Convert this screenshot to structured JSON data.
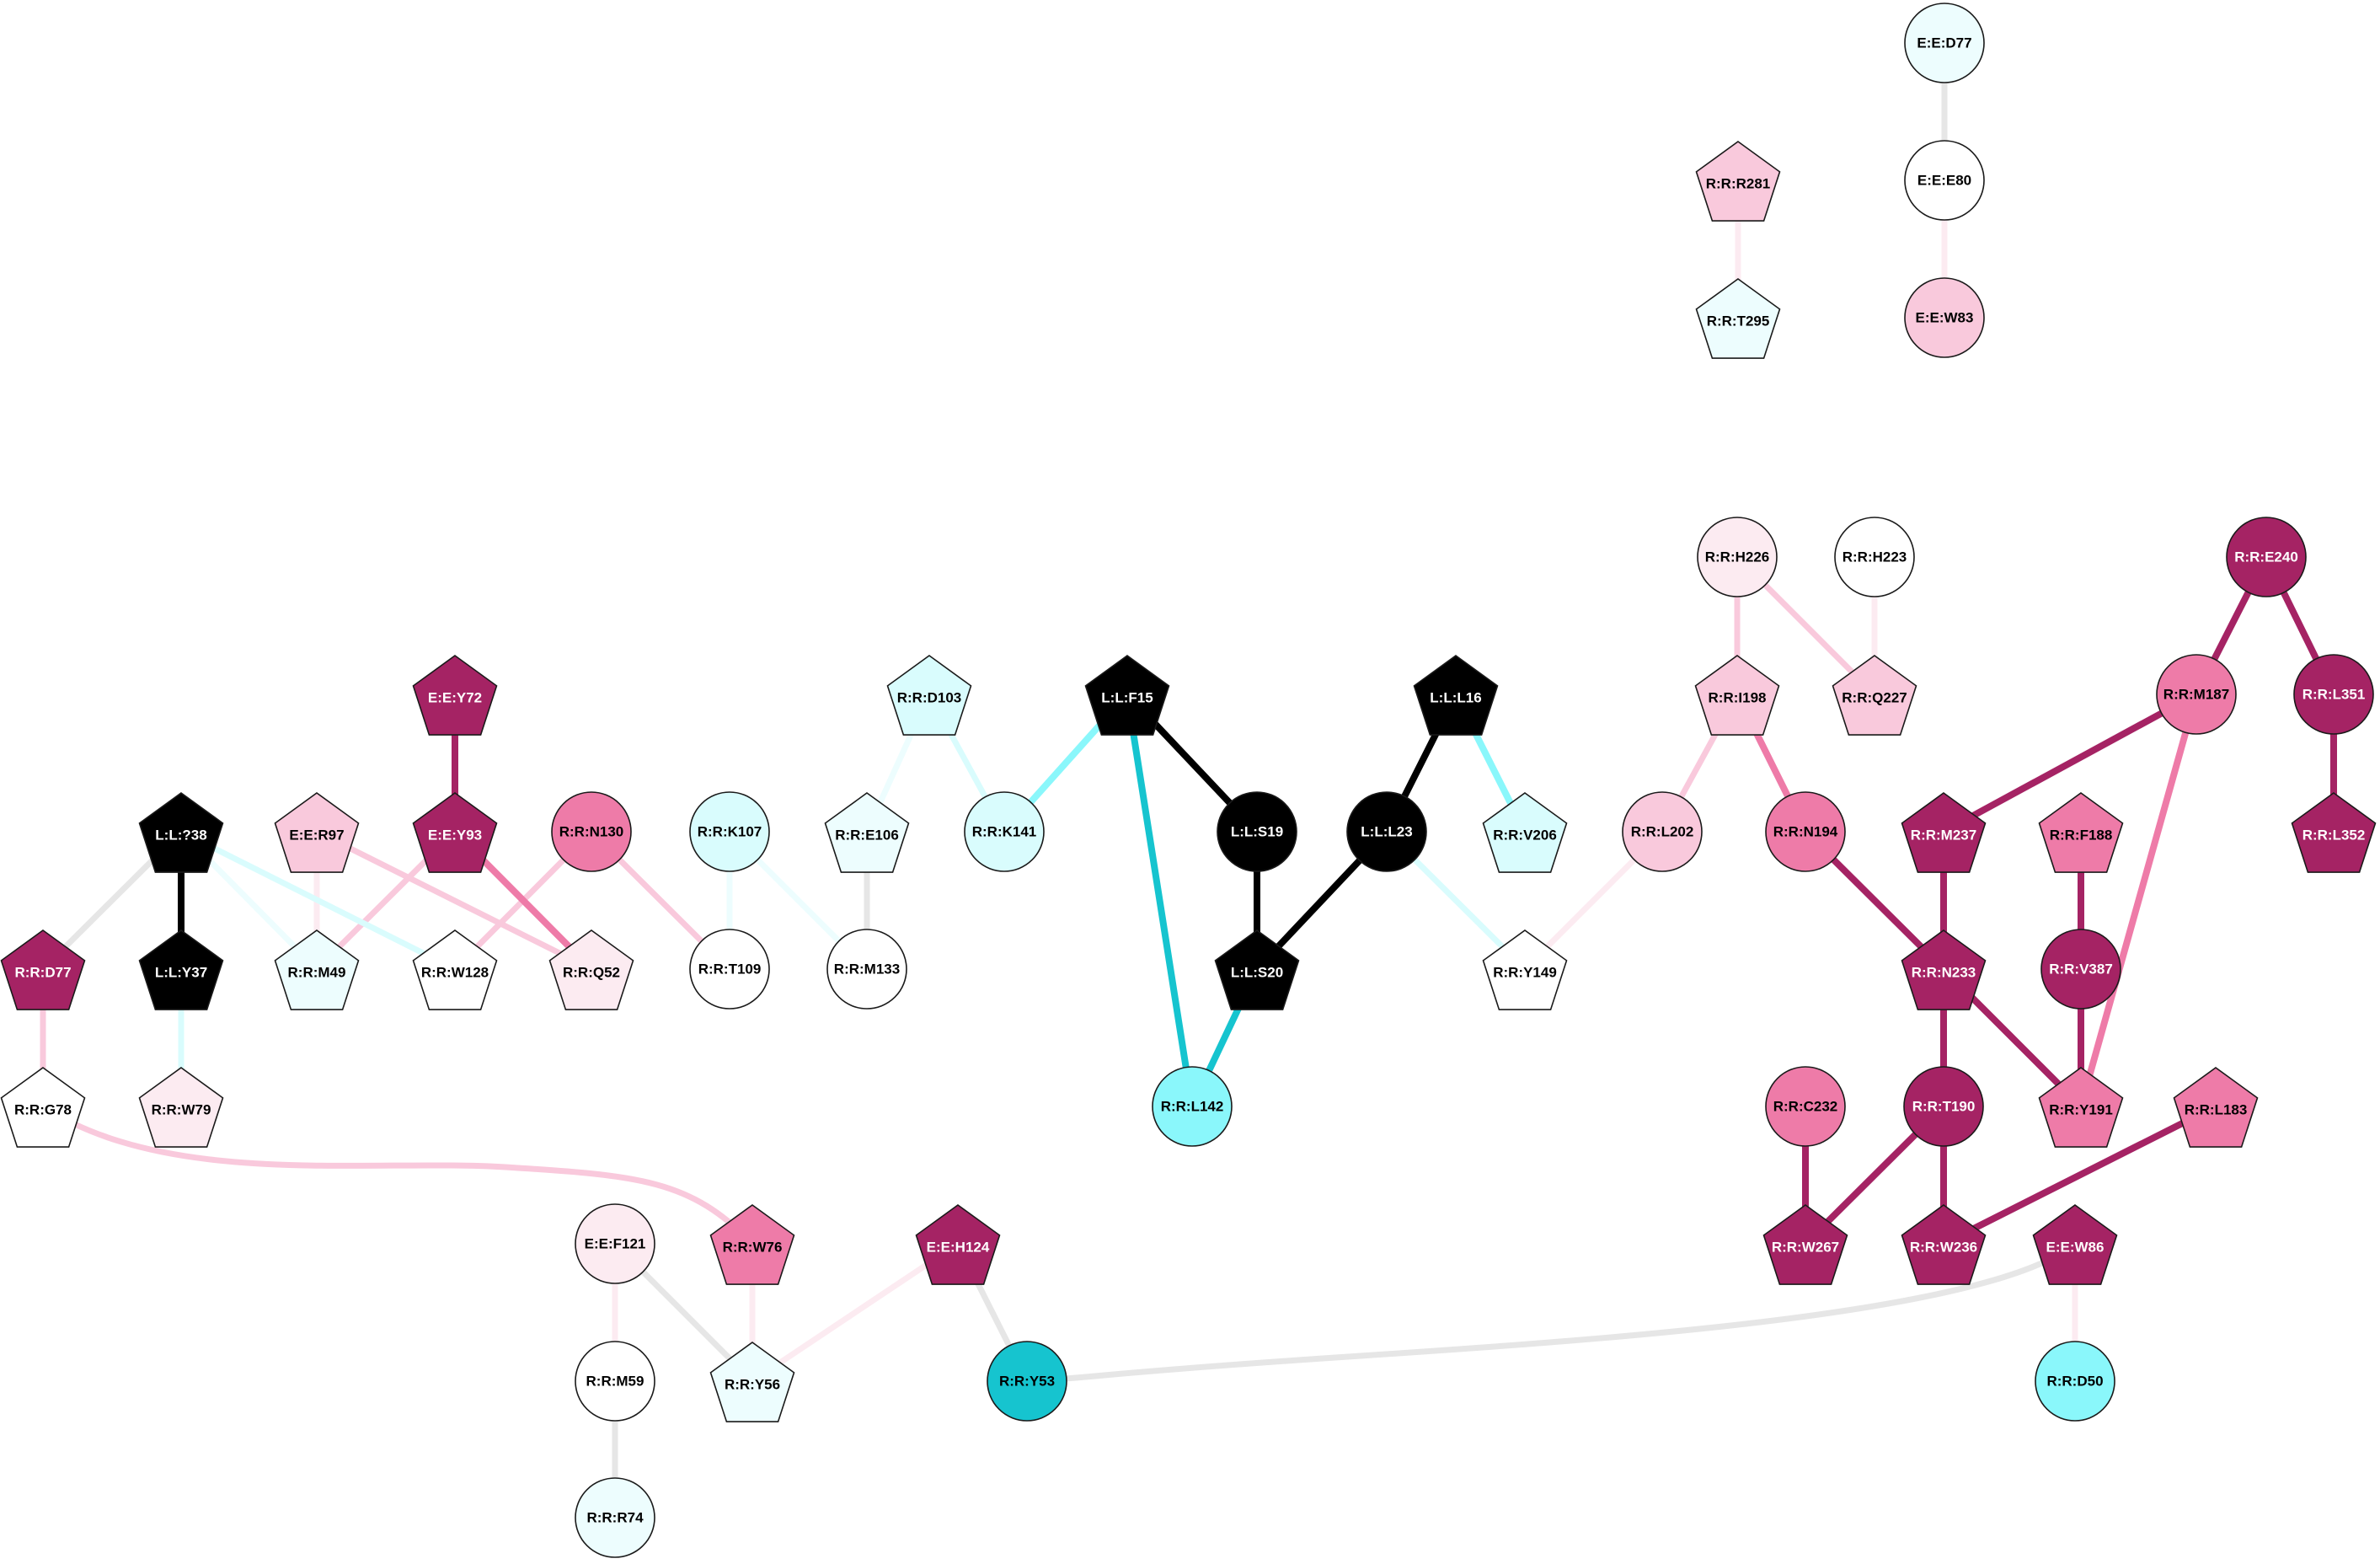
{
  "palette": {
    "black": "#000000",
    "magenta_dark": "#a52364",
    "magenta_mid": "#ee7ba8",
    "pink_light": "#f9c9dc",
    "pink_pale": "#fcebf1",
    "cyan_dark": "#16c4cf",
    "cyan_mid": "#8af7fb",
    "cyan_light": "#d9fcfd",
    "cyan_pale": "#edfdfe",
    "white": "#ffffff",
    "grey_edge": "#e6e6e6"
  },
  "nodes": [
    {
      "id": "E:E:D77",
      "label": "E:E:D77",
      "shape": "circle",
      "fill": "#edfdfe",
      "text": "#000000"
    },
    {
      "id": "E:E:E80",
      "label": "E:E:E80",
      "shape": "circle",
      "fill": "#ffffff",
      "text": "#000000"
    },
    {
      "id": "E:E:W83",
      "label": "E:E:W83",
      "shape": "circle",
      "fill": "#f9c9dc",
      "text": "#000000"
    },
    {
      "id": "R:R:R281",
      "label": "R:R:R281",
      "shape": "pentagon",
      "fill": "#f9c9dc",
      "text": "#000000"
    },
    {
      "id": "R:R:T295",
      "label": "R:R:T295",
      "shape": "pentagon",
      "fill": "#edfdfe",
      "text": "#000000"
    },
    {
      "id": "R:R:H226",
      "label": "R:R:H226",
      "shape": "circle",
      "fill": "#fcebf1",
      "text": "#000000"
    },
    {
      "id": "R:R:H223",
      "label": "R:R:H223",
      "shape": "circle",
      "fill": "#ffffff",
      "text": "#000000"
    },
    {
      "id": "R:R:E240",
      "label": "R:R:E240",
      "shape": "circle",
      "fill": "#a52364",
      "text": "#ffffff"
    },
    {
      "id": "R:R:I198",
      "label": "R:R:I198",
      "shape": "pentagon",
      "fill": "#f9c9dc",
      "text": "#000000"
    },
    {
      "id": "R:R:Q227",
      "label": "R:R:Q227",
      "shape": "pentagon",
      "fill": "#f9c9dc",
      "text": "#000000"
    },
    {
      "id": "R:R:M187",
      "label": "R:R:M187",
      "shape": "circle",
      "fill": "#ee7ba8",
      "text": "#000000"
    },
    {
      "id": "R:R:L351",
      "label": "R:R:L351",
      "shape": "circle",
      "fill": "#a52364",
      "text": "#ffffff"
    },
    {
      "id": "R:R:D103",
      "label": "R:R:D103",
      "shape": "pentagon",
      "fill": "#d9fcfd",
      "text": "#000000"
    },
    {
      "id": "L:L:F15",
      "label": "L:L:F15",
      "shape": "pentagon",
      "fill": "#000000",
      "text": "#ffffff"
    },
    {
      "id": "L:L:L16",
      "label": "L:L:L16",
      "shape": "pentagon",
      "fill": "#000000",
      "text": "#ffffff"
    },
    {
      "id": "E:E:Y72",
      "label": "E:E:Y72",
      "shape": "pentagon",
      "fill": "#a52364",
      "text": "#ffffff"
    },
    {
      "id": "L:L:?38",
      "label": "L:L:?38",
      "shape": "pentagon",
      "fill": "#000000",
      "text": "#ffffff"
    },
    {
      "id": "E:E:R97",
      "label": "E:E:R97",
      "shape": "pentagon",
      "fill": "#f9c9dc",
      "text": "#000000"
    },
    {
      "id": "E:E:Y93",
      "label": "E:E:Y93",
      "shape": "pentagon",
      "fill": "#a52364",
      "text": "#ffffff"
    },
    {
      "id": "R:R:N130",
      "label": "R:R:N130",
      "shape": "circle",
      "fill": "#ee7ba8",
      "text": "#000000"
    },
    {
      "id": "R:R:K107",
      "label": "R:R:K107",
      "shape": "circle",
      "fill": "#d9fcfd",
      "text": "#000000"
    },
    {
      "id": "R:R:E106",
      "label": "R:R:E106",
      "shape": "pentagon",
      "fill": "#edfdfe",
      "text": "#000000"
    },
    {
      "id": "R:R:K141",
      "label": "R:R:K141",
      "shape": "circle",
      "fill": "#d9fcfd",
      "text": "#000000"
    },
    {
      "id": "L:L:S19",
      "label": "L:L:S19",
      "shape": "circle",
      "fill": "#000000",
      "text": "#ffffff"
    },
    {
      "id": "L:L:L23",
      "label": "L:L:L23",
      "shape": "circle",
      "fill": "#000000",
      "text": "#ffffff"
    },
    {
      "id": "R:R:V206",
      "label": "R:R:V206",
      "shape": "pentagon",
      "fill": "#d9fcfd",
      "text": "#000000"
    },
    {
      "id": "R:R:L202",
      "label": "R:R:L202",
      "shape": "circle",
      "fill": "#f9c9dc",
      "text": "#000000"
    },
    {
      "id": "R:R:N194",
      "label": "R:R:N194",
      "shape": "circle",
      "fill": "#ee7ba8",
      "text": "#000000"
    },
    {
      "id": "R:R:M237",
      "label": "R:R:M237",
      "shape": "pentagon",
      "fill": "#a52364",
      "text": "#ffffff"
    },
    {
      "id": "R:R:F188",
      "label": "R:R:F188",
      "shape": "pentagon",
      "fill": "#ee7ba8",
      "text": "#000000"
    },
    {
      "id": "R:R:L352",
      "label": "R:R:L352",
      "shape": "pentagon",
      "fill": "#a52364",
      "text": "#ffffff"
    },
    {
      "id": "R:R:D77",
      "label": "R:R:D77",
      "shape": "pentagon",
      "fill": "#a52364",
      "text": "#ffffff"
    },
    {
      "id": "L:L:Y37",
      "label": "L:L:Y37",
      "shape": "pentagon",
      "fill": "#000000",
      "text": "#ffffff"
    },
    {
      "id": "R:R:M49",
      "label": "R:R:M49",
      "shape": "pentagon",
      "fill": "#edfdfe",
      "text": "#000000"
    },
    {
      "id": "R:R:W128",
      "label": "R:R:W128",
      "shape": "pentagon",
      "fill": "#ffffff",
      "text": "#000000"
    },
    {
      "id": "R:R:Q52",
      "label": "R:R:Q52",
      "shape": "pentagon",
      "fill": "#fcebf1",
      "text": "#000000"
    },
    {
      "id": "R:R:T109",
      "label": "R:R:T109",
      "shape": "circle",
      "fill": "#ffffff",
      "text": "#000000"
    },
    {
      "id": "R:R:M133",
      "label": "R:R:M133",
      "shape": "circle",
      "fill": "#ffffff",
      "text": "#000000"
    },
    {
      "id": "L:L:S20",
      "label": "L:L:S20",
      "shape": "pentagon",
      "fill": "#000000",
      "text": "#ffffff"
    },
    {
      "id": "R:R:Y149",
      "label": "R:R:Y149",
      "shape": "pentagon",
      "fill": "#ffffff",
      "text": "#000000"
    },
    {
      "id": "R:R:N233",
      "label": "R:R:N233",
      "shape": "pentagon",
      "fill": "#a52364",
      "text": "#ffffff"
    },
    {
      "id": "R:R:V387",
      "label": "R:R:V387",
      "shape": "circle",
      "fill": "#a52364",
      "text": "#ffffff"
    },
    {
      "id": "R:R:G78",
      "label": "R:R:G78",
      "shape": "pentagon",
      "fill": "#ffffff",
      "text": "#000000"
    },
    {
      "id": "R:R:W79",
      "label": "R:R:W79",
      "shape": "pentagon",
      "fill": "#fcebf1",
      "text": "#000000"
    },
    {
      "id": "R:R:L142",
      "label": "R:R:L142",
      "shape": "circle",
      "fill": "#8af7fb",
      "text": "#000000"
    },
    {
      "id": "R:R:C232",
      "label": "R:R:C232",
      "shape": "circle",
      "fill": "#ee7ba8",
      "text": "#000000"
    },
    {
      "id": "R:R:T190",
      "label": "R:R:T190",
      "shape": "circle",
      "fill": "#a52364",
      "text": "#ffffff"
    },
    {
      "id": "R:R:Y191",
      "label": "R:R:Y191",
      "shape": "pentagon",
      "fill": "#ee7ba8",
      "text": "#000000"
    },
    {
      "id": "R:R:L183",
      "label": "R:R:L183",
      "shape": "pentagon",
      "fill": "#ee7ba8",
      "text": "#000000"
    },
    {
      "id": "E:E:F121",
      "label": "E:E:F121",
      "shape": "circle",
      "fill": "#fcebf1",
      "text": "#000000"
    },
    {
      "id": "R:R:W76",
      "label": "R:R:W76",
      "shape": "pentagon",
      "fill": "#ee7ba8",
      "text": "#000000"
    },
    {
      "id": "E:E:H124",
      "label": "E:E:H124",
      "shape": "pentagon",
      "fill": "#a52364",
      "text": "#ffffff"
    },
    {
      "id": "R:R:W267",
      "label": "R:R:W267",
      "shape": "pentagon",
      "fill": "#a52364",
      "text": "#ffffff"
    },
    {
      "id": "R:R:W236",
      "label": "R:R:W236",
      "shape": "pentagon",
      "fill": "#a52364",
      "text": "#ffffff"
    },
    {
      "id": "E:E:W86",
      "label": "E:E:W86",
      "shape": "pentagon",
      "fill": "#a52364",
      "text": "#ffffff"
    },
    {
      "id": "R:R:M59",
      "label": "R:R:M59",
      "shape": "circle",
      "fill": "#ffffff",
      "text": "#000000"
    },
    {
      "id": "R:R:Y56",
      "label": "R:R:Y56",
      "shape": "pentagon",
      "fill": "#edfdfe",
      "text": "#000000"
    },
    {
      "id": "R:R:Y53",
      "label": "R:R:Y53",
      "shape": "circle",
      "fill": "#16c4cf",
      "text": "#000000"
    },
    {
      "id": "R:R:D50",
      "label": "R:R:D50",
      "shape": "circle",
      "fill": "#8af7fb",
      "text": "#000000"
    },
    {
      "id": "R:R:R74",
      "label": "R:R:R74",
      "shape": "circle",
      "fill": "#edfdfe",
      "text": "#000000"
    }
  ],
  "edges": [
    {
      "source": "E:E:D77",
      "target": "E:E:E80",
      "color": "#e6e6e6",
      "weight": "thin"
    },
    {
      "source": "E:E:E80",
      "target": "E:E:W83",
      "color": "#fcebf1",
      "weight": "thin"
    },
    {
      "source": "R:R:R281",
      "target": "R:R:T295",
      "color": "#fcebf1",
      "weight": "thin"
    },
    {
      "source": "R:R:H226",
      "target": "R:R:I198",
      "color": "#f9c9dc",
      "weight": "thin"
    },
    {
      "source": "R:R:H226",
      "target": "R:R:Q227",
      "color": "#f9c9dc",
      "weight": "thin"
    },
    {
      "source": "R:R:H223",
      "target": "R:R:Q227",
      "color": "#fcebf1",
      "weight": "thin"
    },
    {
      "source": "R:R:I198",
      "target": "R:R:L202",
      "color": "#f9c9dc",
      "weight": "thin"
    },
    {
      "source": "R:R:I198",
      "target": "R:R:N194",
      "color": "#ee7ba8",
      "weight": "thick"
    },
    {
      "source": "R:R:E240",
      "target": "R:R:M187",
      "color": "#a52364",
      "weight": "thick"
    },
    {
      "source": "R:R:E240",
      "target": "R:R:L351",
      "color": "#a52364",
      "weight": "thick"
    },
    {
      "source": "R:R:L351",
      "target": "R:R:L352",
      "color": "#a52364",
      "weight": "thick"
    },
    {
      "source": "R:R:M187",
      "target": "R:R:M237",
      "color": "#a52364",
      "weight": "thick"
    },
    {
      "source": "R:R:M187",
      "target": "R:R:Y191",
      "color": "#ee7ba8",
      "weight": "thick"
    },
    {
      "source": "R:R:N194",
      "target": "R:R:N233",
      "color": "#a52364",
      "weight": "thick"
    },
    {
      "source": "R:R:M237",
      "target": "R:R:N233",
      "color": "#a52364",
      "weight": "thick"
    },
    {
      "source": "R:R:N233",
      "target": "R:R:T190",
      "color": "#a52364",
      "weight": "thick"
    },
    {
      "source": "R:R:N233",
      "target": "R:R:Y191",
      "color": "#a52364",
      "weight": "thick"
    },
    {
      "source": "R:R:F188",
      "target": "R:R:V387",
      "color": "#a52364",
      "weight": "thick"
    },
    {
      "source": "R:R:V387",
      "target": "R:R:Y191",
      "color": "#a52364",
      "weight": "thick"
    },
    {
      "source": "R:R:C232",
      "target": "R:R:W267",
      "color": "#a52364",
      "weight": "thick"
    },
    {
      "source": "R:R:T190",
      "target": "R:R:W267",
      "color": "#a52364",
      "weight": "thick"
    },
    {
      "source": "R:R:T190",
      "target": "R:R:W236",
      "color": "#a52364",
      "weight": "thick"
    },
    {
      "source": "R:R:L183",
      "target": "R:R:W236",
      "color": "#a52364",
      "weight": "thick"
    },
    {
      "source": "E:E:W86",
      "target": "R:R:D50",
      "color": "#fcebf1",
      "weight": "thin"
    },
    {
      "source": "E:E:W86",
      "target": "R:R:Y53",
      "color": "#e6e6e6",
      "weight": "thin",
      "curve": "w86-y53"
    },
    {
      "source": "R:R:L202",
      "target": "R:R:Y149",
      "color": "#fcebf1",
      "weight": "thin"
    },
    {
      "source": "L:L:L23",
      "target": "R:R:Y149",
      "color": "#d9fcfd",
      "weight": "thin"
    },
    {
      "source": "L:L:L16",
      "target": "L:L:L23",
      "color": "#000000",
      "weight": "thick"
    },
    {
      "source": "L:L:L16",
      "target": "R:R:V206",
      "color": "#8af7fb",
      "weight": "thick"
    },
    {
      "source": "L:L:L23",
      "target": "L:L:S20",
      "color": "#000000",
      "weight": "thick"
    },
    {
      "source": "L:L:F15",
      "target": "L:L:S19",
      "color": "#000000",
      "weight": "thick"
    },
    {
      "source": "L:L:S19",
      "target": "L:L:S20",
      "color": "#000000",
      "weight": "thick"
    },
    {
      "source": "L:L:F15",
      "target": "R:R:L142",
      "color": "#16c4cf",
      "weight": "thick"
    },
    {
      "source": "L:L:S20",
      "target": "R:R:L142",
      "color": "#16c4cf",
      "weight": "thick"
    },
    {
      "source": "L:L:F15",
      "target": "R:R:K141",
      "color": "#8af7fb",
      "weight": "thick"
    },
    {
      "source": "R:R:D103",
      "target": "R:R:K141",
      "color": "#d9fcfd",
      "weight": "thin"
    },
    {
      "source": "R:R:D103",
      "target": "R:R:E106",
      "color": "#edfdfe",
      "weight": "thin"
    },
    {
      "source": "R:R:E106",
      "target": "R:R:M133",
      "color": "#e6e6e6",
      "weight": "thin"
    },
    {
      "source": "R:R:K107",
      "target": "R:R:T109",
      "color": "#edfdfe",
      "weight": "thin"
    },
    {
      "source": "R:R:K107",
      "target": "R:R:M133",
      "color": "#edfdfe",
      "weight": "thin"
    },
    {
      "source": "R:R:N130",
      "target": "R:R:T109",
      "color": "#f9c9dc",
      "weight": "thin"
    },
    {
      "source": "R:R:N130",
      "target": "R:R:W128",
      "color": "#f9c9dc",
      "weight": "thin"
    },
    {
      "source": "E:E:Y72",
      "target": "E:E:Y93",
      "color": "#a52364",
      "weight": "thick"
    },
    {
      "source": "E:E:Y93",
      "target": "R:R:Q52",
      "color": "#ee7ba8",
      "weight": "thick"
    },
    {
      "source": "E:E:Y93",
      "target": "R:R:M49",
      "color": "#f9c9dc",
      "weight": "thin"
    },
    {
      "source": "E:E:R97",
      "target": "R:R:Q52",
      "color": "#f9c9dc",
      "weight": "thin"
    },
    {
      "source": "E:E:R97",
      "target": "R:R:M49",
      "color": "#fcebf1",
      "weight": "thin"
    },
    {
      "source": "L:L:?38",
      "target": "L:L:Y37",
      "color": "#000000",
      "weight": "thick"
    },
    {
      "source": "L:L:?38",
      "target": "R:R:D77",
      "color": "#e6e6e6",
      "weight": "thin"
    },
    {
      "source": "L:L:?38",
      "target": "R:R:W128",
      "color": "#d9fcfd",
      "weight": "thin"
    },
    {
      "source": "L:L:?38",
      "target": "R:R:M49",
      "color": "#edfdfe",
      "weight": "thin"
    },
    {
      "source": "L:L:Y37",
      "target": "R:R:W79",
      "color": "#d9fcfd",
      "weight": "thin"
    },
    {
      "source": "R:R:D77",
      "target": "R:R:G78",
      "color": "#f9c9dc",
      "weight": "thin"
    },
    {
      "source": "R:R:G78",
      "target": "R:R:W76",
      "color": "#f9c9dc",
      "weight": "thin",
      "curve": "g78-w76"
    },
    {
      "source": "R:R:W76",
      "target": "R:R:Y56",
      "color": "#fcebf1",
      "weight": "thin"
    },
    {
      "source": "E:E:F121",
      "target": "R:R:Y56",
      "color": "#e6e6e6",
      "weight": "thin"
    },
    {
      "source": "E:E:F121",
      "target": "R:R:M59",
      "color": "#fcebf1",
      "weight": "thin"
    },
    {
      "source": "E:E:H124",
      "target": "R:R:Y56",
      "color": "#fcebf1",
      "weight": "thin"
    },
    {
      "source": "E:E:H124",
      "target": "R:R:Y53",
      "color": "#e6e6e6",
      "weight": "thin"
    },
    {
      "source": "R:R:M59",
      "target": "R:R:R74",
      "color": "#e6e6e6",
      "weight": "thin"
    }
  ]
}
